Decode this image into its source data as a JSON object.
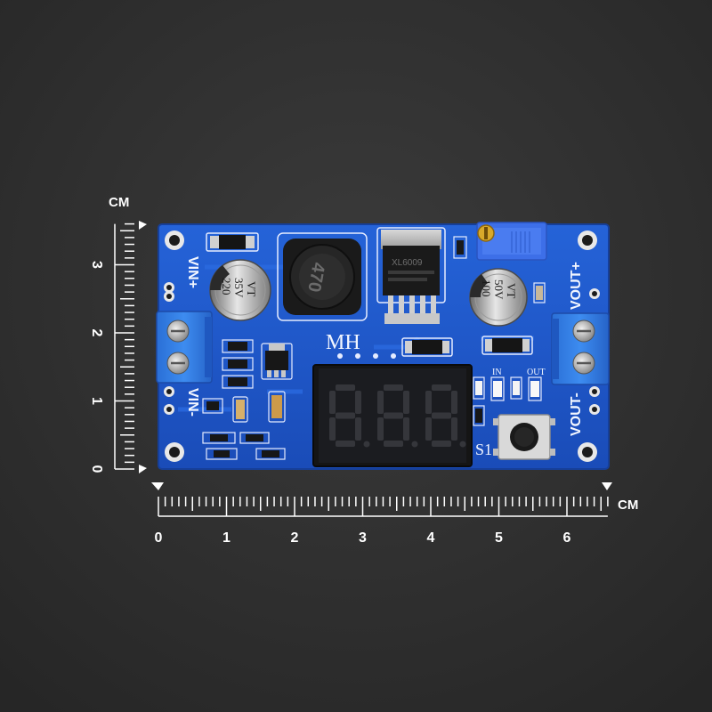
{
  "board": {
    "labels": {
      "vin_plus": "VIN+",
      "vin_minus": "VIN-",
      "vout_plus": "VOUT+",
      "vout_minus": "VOUT-",
      "maker": "MH",
      "in": "IN",
      "out": "OUT",
      "switch": "S1"
    },
    "input_capacitor": {
      "line1": "220",
      "line2": "35V",
      "line3": "VT"
    },
    "output_capacitor": {
      "line1": "100",
      "line2": "50V",
      "line3": "VT"
    },
    "inductor_code": "470",
    "regulator_marking": "XL6009",
    "display_digits": 3
  },
  "ruler": {
    "unit": "CM",
    "horizontal_ticks": [
      "0",
      "1",
      "2",
      "3",
      "4",
      "5",
      "6"
    ],
    "vertical_ticks": [
      "0",
      "1",
      "2",
      "3"
    ]
  },
  "colors": {
    "background": "#2f2f2f",
    "pcb": "#1f55c8",
    "terminal": "#2f7fe0",
    "trimmer": "#3d6fe8"
  }
}
